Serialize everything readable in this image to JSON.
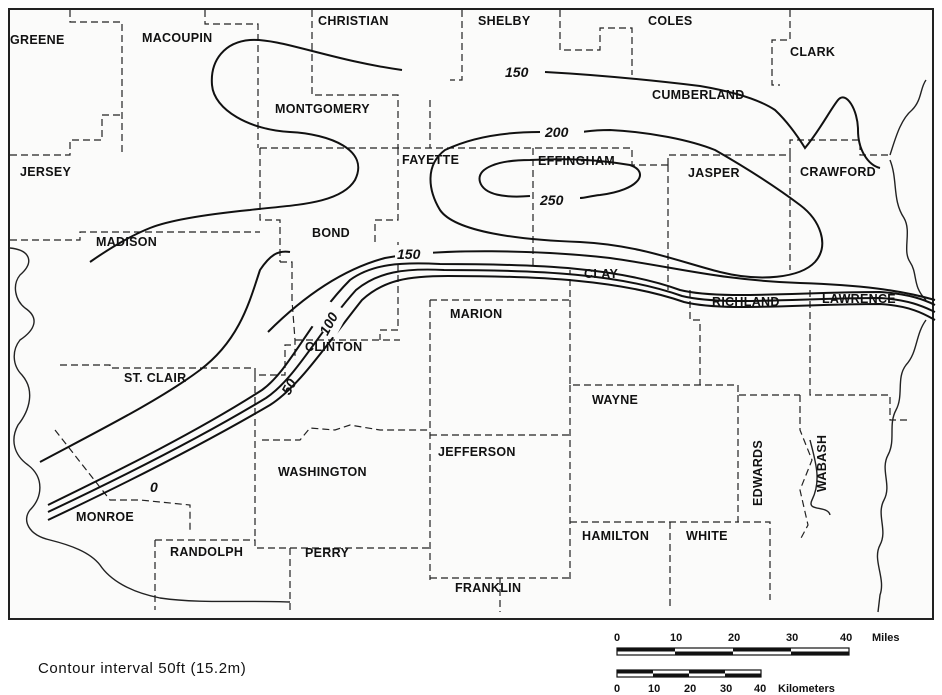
{
  "counties": [
    "GREENE",
    "MACOUPIN",
    "CHRISTIAN",
    "SHELBY",
    "COLES",
    "CLARK",
    "MONTGOMERY",
    "CUMBERLAND",
    "JERSEY",
    "FAYETTE",
    "EFFINGHAM",
    "JASPER",
    "CRAWFORD",
    "MADISON",
    "BOND",
    "CLAY",
    "RICHLAND",
    "LAWRENCE",
    "MARION",
    "CLINTON",
    "ST. CLAIR",
    "WAYNE",
    "JEFFERSON",
    "WASHINGTON",
    "EDWARDS",
    "WABASH",
    "MONROE",
    "RANDOLPH",
    "PERRY",
    "HAMILTON",
    "WHITE",
    "FRANKLIN"
  ],
  "contour_labels": [
    "150",
    "200",
    "250",
    "150",
    "100",
    "50",
    "0"
  ],
  "contour_note": "Contour interval 50ft (15.2m)",
  "scale_miles": {
    "ticks": [
      "0",
      "10",
      "20",
      "30",
      "40"
    ],
    "unit": "Miles"
  },
  "scale_km": {
    "ticks": [
      "0",
      "10",
      "20",
      "30",
      "40"
    ],
    "unit": "Kilometers"
  }
}
